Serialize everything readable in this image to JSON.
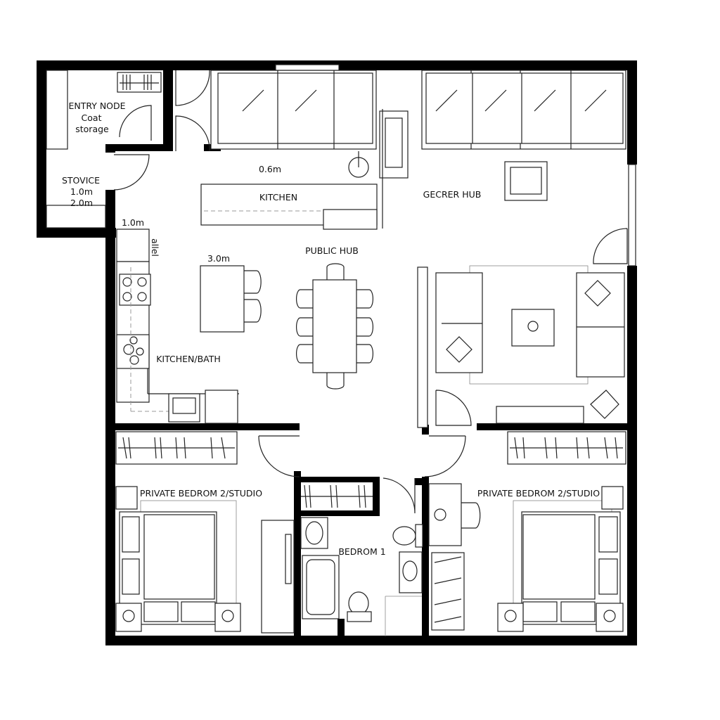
{
  "plan": {
    "rooms": {
      "entry": [
        "ENTRY NODE",
        "Coat",
        "storage"
      ],
      "stovice": [
        "STOVICE",
        "1.0m",
        "2.0m"
      ],
      "kitchen": "KITCHEN",
      "public_hub": "PUBLIC HUB",
      "gecrer_hub": "GECRER HUB",
      "kitchen_bath": "KITCHEN/BATH",
      "bedroom_left": "PRIVATE BEDROM 2/STUDIO",
      "bedroom_right": "PRIVATE BEDROM 2/STUDIO",
      "bedroom_1": "BEDROM 1"
    },
    "dimensions": {
      "kitchen_width": "0.6m",
      "counter_width": "1.0m",
      "island_width": "3.0m"
    },
    "appliance_label": "allel",
    "colors": {
      "wall": "#000000",
      "line": "#222222",
      "background": "#ffffff"
    }
  }
}
